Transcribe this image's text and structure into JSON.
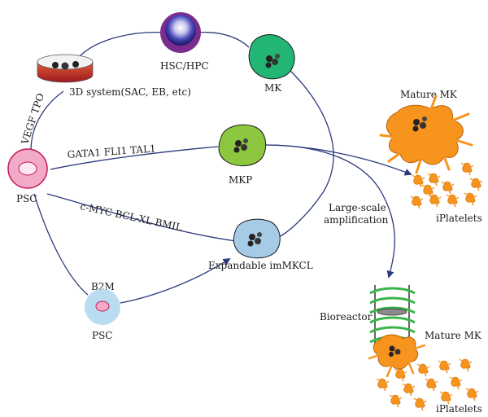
{
  "labels": {
    "hsc_hpc": "HSC/HPC",
    "mk": "MK",
    "three_d_system": "3D system(SAC, EB, etc)",
    "vegf_tpo": "VEGF TPO",
    "mature_mk_top": "Mature MK",
    "gata1_fli1_tal1": "GATA1 FLI1 TAL1",
    "mkp": "MKP",
    "psc_left": "PSC",
    "large_scale": "Large-scale",
    "amplification": "amplification",
    "iplatelets_top": "iPlatelets",
    "c_myc_bcl_xl_bmil": "c-MYC BCL-XL BMIL",
    "expandable_imMKCL": "Expandable imMKCL",
    "b2m": "B2M",
    "psc_bottom": "PSC",
    "bioreactor": "Bioreactor",
    "mature_mk_bottom": "Mature MK",
    "iplatelets_bottom": "iPlatelets"
  },
  "colors": {
    "arrow": "#2b3a7c",
    "psc_fill": "#f3a9c8",
    "psc_stroke": "#c2185b",
    "mk_green": "#22b573",
    "mkp_green": "#8dc63f",
    "imMKCL_blue": "#a6cbe6",
    "b2m_cell": "#b9dcf0",
    "mature_mk_orange": "#f7941d",
    "hsc_purple": "#7b2d8e",
    "dish_red": "#c1272d",
    "bioreactor_green": "#39b54a"
  }
}
